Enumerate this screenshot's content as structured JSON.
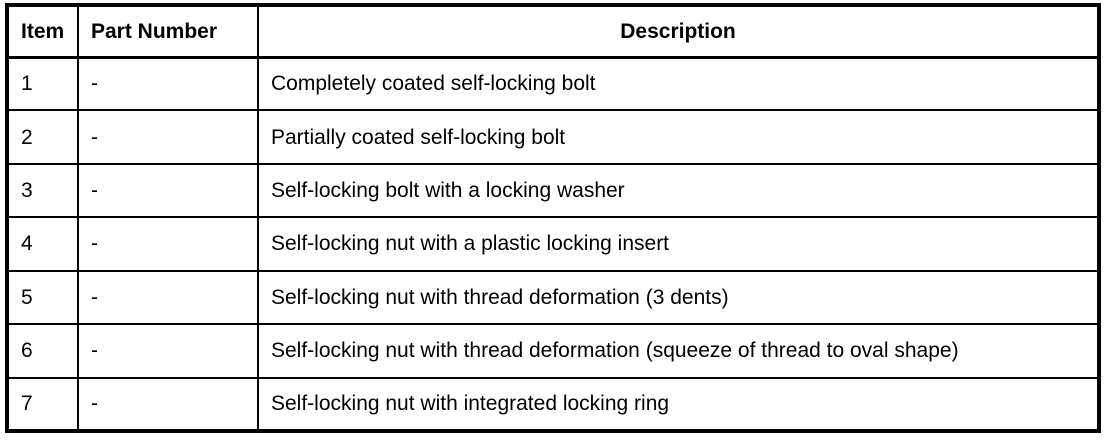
{
  "table": {
    "columns": [
      {
        "label": "Item"
      },
      {
        "label": "Part Number"
      },
      {
        "label": "Description"
      }
    ],
    "rows": [
      {
        "item": "1",
        "part_number": "-",
        "description": "Completely coated self-locking bolt"
      },
      {
        "item": "2",
        "part_number": "-",
        "description": "Partially coated self-locking bolt"
      },
      {
        "item": "3",
        "part_number": "-",
        "description": "Self-locking bolt with a locking washer"
      },
      {
        "item": "4",
        "part_number": "-",
        "description": "Self-locking nut with a plastic locking insert"
      },
      {
        "item": "5",
        "part_number": "-",
        "description": "Self-locking nut with thread deformation (3 dents)"
      },
      {
        "item": "6",
        "part_number": "-",
        "description": "Self-locking nut with thread deformation (squeeze of thread to oval shape)"
      },
      {
        "item": "7",
        "part_number": "-",
        "description": "Self-locking nut with integrated locking ring"
      }
    ]
  },
  "colors": {
    "border": "#000000",
    "background": "#ffffff",
    "text": "#000000"
  }
}
